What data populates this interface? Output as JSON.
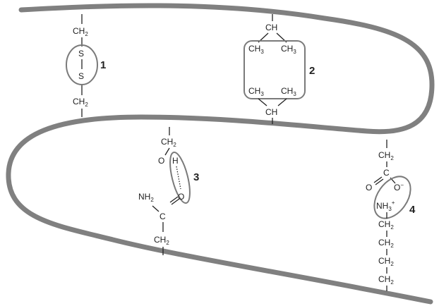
{
  "labels": {
    "ch2": "CH",
    "ch2_sub": "2",
    "ch": "CH",
    "ch3": "CH",
    "ch3_sub": "3",
    "s": "S",
    "o": "O",
    "h": "H",
    "c": "C",
    "nh2": "NH",
    "nh2_sub": "2",
    "nh3": "NH",
    "nh3_sub": "3",
    "nh3_charge": "+",
    "o_minus": "O",
    "minus": "−"
  },
  "interactions": [
    {
      "number": "1"
    },
    {
      "number": "2"
    },
    {
      "number": "3"
    },
    {
      "number": "4"
    }
  ],
  "colors": {
    "backbone": "#808080",
    "outline": "#7a7a7a",
    "text": "#222222"
  }
}
